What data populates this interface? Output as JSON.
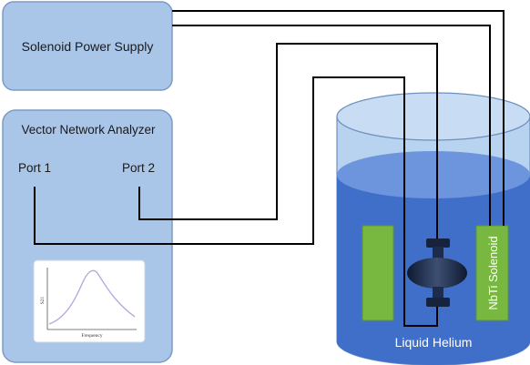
{
  "labels": {
    "power_supply": "Solenoid Power Supply",
    "vna": "Vector Network Analyzer",
    "port1": "Port 1",
    "port2": "Port 2",
    "solenoid": "NbTi Solenoid",
    "helium": "Liquid Helium"
  },
  "plot": {
    "xlabel": "Frequency",
    "ylabel": "S21"
  },
  "colors": {
    "box_fill": "#a9c6e8",
    "box_stroke": "#7b9bc6",
    "dewar_top": "#b7d3ef",
    "helium": "#3f6fc8",
    "helium_top": "#6c95dd",
    "green": "#78b840",
    "curve": "#b6a2dc",
    "wire": "#000000"
  }
}
